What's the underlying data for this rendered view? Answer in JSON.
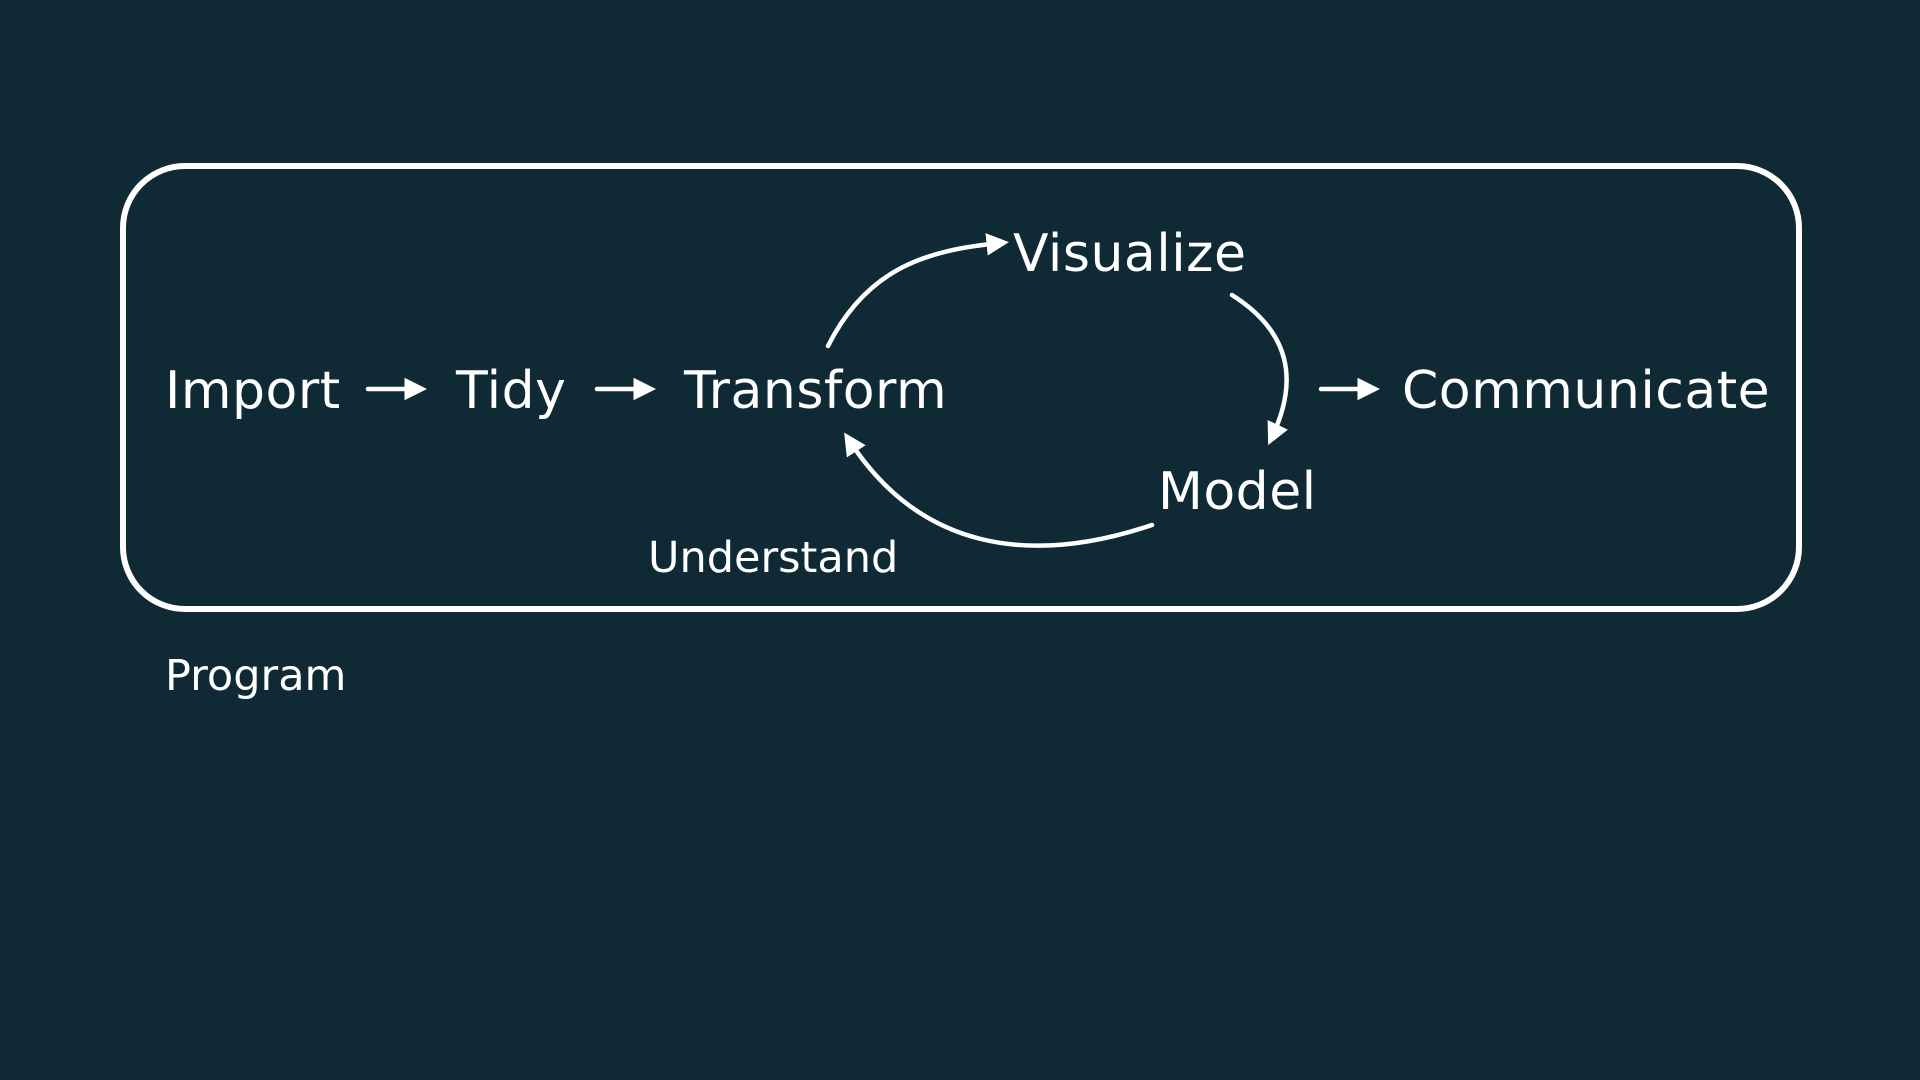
{
  "diagram": {
    "nodes": {
      "import": "Import",
      "tidy": "Tidy",
      "transform": "Transform",
      "visualize": "Visualize",
      "model": "Model",
      "communicate": "Communicate"
    },
    "labels": {
      "understand": "Understand",
      "program": "Program"
    },
    "colors": {
      "background": "#0f2935",
      "foreground": "#ffffff"
    }
  }
}
